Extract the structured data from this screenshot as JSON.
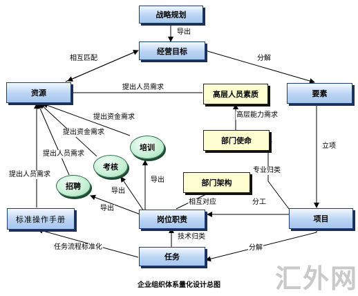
{
  "nodes": {
    "strategy": "战略规划",
    "business_goal": "经营目标",
    "resources": "资源",
    "senior_quality": "高层人员素质",
    "elements": "要素",
    "dept_mission": "部门使命",
    "dept_structure": "部门架构",
    "training": "培训",
    "assessment": "考核",
    "recruitment": "招聘",
    "sop_manual": "标准操作手册",
    "position_duties": "岗位职责",
    "project": "项目",
    "task": "任务"
  },
  "edge_labels": {
    "strategy_to_goal": "导出",
    "goal_resources": "相互匹配",
    "goal_to_elements": "分解",
    "senior_to_resources": "提出人员需求",
    "mission_to_senior": "高层能力需求",
    "elements_to_project": "立项",
    "training_to_resources": "提出资金需求",
    "assessment_to_resources": "提出资金需求",
    "recruitment_to_resources": "提出人员需求",
    "sop_to_resources": "提出人员需求",
    "project_to_mission": "专业归类",
    "structure_to_duties": "相互对应",
    "project_to_duties": "分工",
    "duties_to_training": "导出",
    "duties_to_assessment": "导出",
    "duties_to_recruitment": "导出",
    "task_to_duties": "技术归类",
    "project_to_task": "分解",
    "task_to_sop": "任务流程标准化"
  },
  "caption": "企业组织体系量化设计总图",
  "watermark": "汇外网",
  "colors": {
    "blue_box": "#b9d4f3",
    "yellow_box": "#ffffd2",
    "green_oval": "#c8f0d6",
    "arrow": "#000000"
  }
}
